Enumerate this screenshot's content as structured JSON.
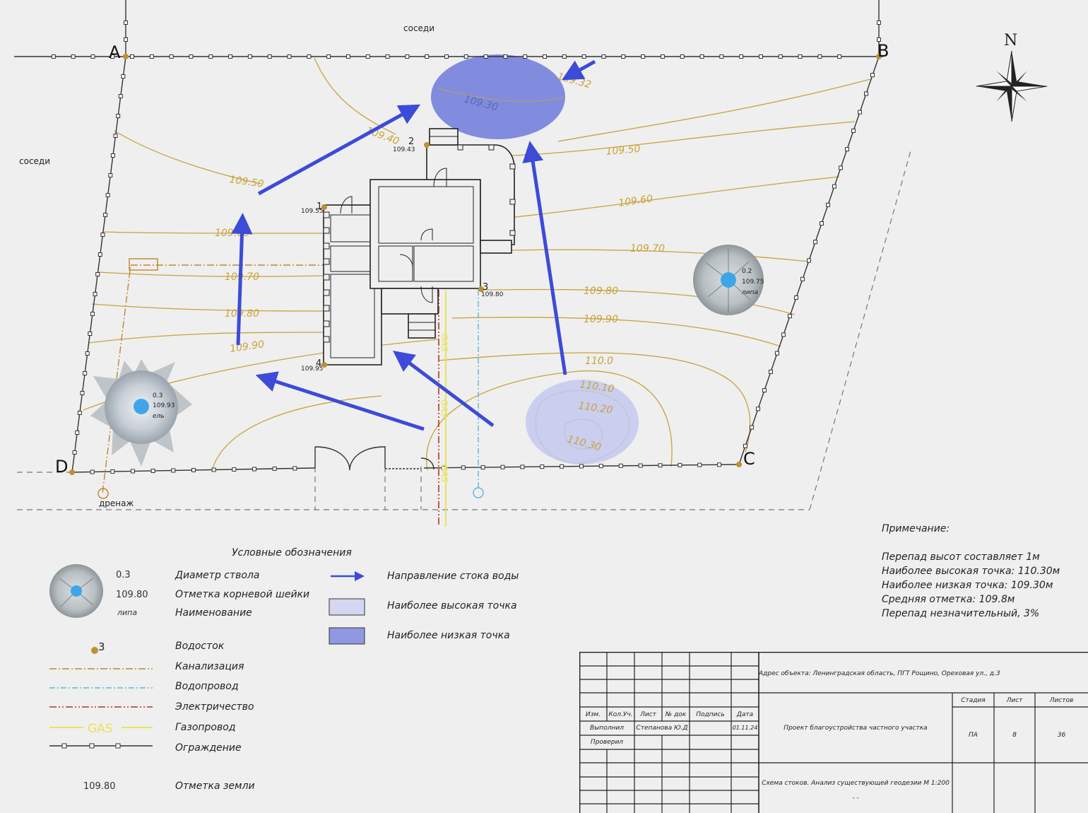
{
  "compass": {
    "north_label": "N"
  },
  "corners": {
    "a": "A",
    "b": "B",
    "c": "C",
    "d": "D"
  },
  "neighbors": {
    "top": "соседи",
    "left": "соседи"
  },
  "drainage_label": "дренаж",
  "gas_label": "GAS",
  "downspouts": [
    {
      "num": "1",
      "elev": "109.55"
    },
    {
      "num": "2",
      "elev": "109.43"
    },
    {
      "num": "3",
      "elev": "109.80"
    },
    {
      "num": "4",
      "elev": "109.95"
    }
  ],
  "contours": {
    "c10940": "109.40",
    "c10950a": "109.50",
    "c10950b": "109.50",
    "c10960a": "109.60",
    "c10960b": "109.60",
    "c10970a": "109.70",
    "c10970b": "109.70",
    "c10980a": "109.80",
    "c10980b": "109.80",
    "c10990a": "109.90",
    "c10990b": "109.90",
    "c1100": "110.0",
    "c11010": "110.10",
    "c11020": "110.20",
    "c11030": "110.30",
    "c10930": "109.30",
    "c10932": "109.32"
  },
  "trees": [
    {
      "diameter": "0.3",
      "elev": "109.93",
      "name": "ель"
    },
    {
      "diameter": "0.2",
      "elev": "109.75",
      "name": "липа"
    }
  ],
  "legend": {
    "title": "Условные обозначения",
    "tree_diameter_value": "0.3",
    "tree_elev_value": "109.80",
    "tree_name_value": "липа",
    "tree_diameter": "Диаметр ствола",
    "tree_root_mark": "Отметка корневой шейки",
    "tree_name": "Наименование",
    "downspout_num": "3",
    "downspout": "Водосток",
    "sewer": "Канализация",
    "water": "Водопровод",
    "electric": "Электричество",
    "gas_line": "Газопровод",
    "gas_text": "GAS",
    "fence": "Ограждение",
    "ground_value": "109.80",
    "ground_mark": "Отметка земли",
    "flow_direction": "Направление стока воды",
    "highest_point": "Наиболее высокая точка",
    "lowest_point": "Наиболее низкая точка"
  },
  "note": {
    "heading": "Примечание:",
    "lines": [
      "Перепад высот составляет 1м",
      "Наиболее высокая точка: 110.30м",
      "Наиболее низкая точка: 109.30м",
      "Средняя отметка: 109.8м",
      "Перепад незначительный, 3%"
    ]
  },
  "title_block": {
    "address": "Адрес объекта: Ленинградская область, ПГТ Рощино, Ореховая ул., д.3",
    "headers": {
      "izm": "Изм.",
      "kol": "Кол.Уч.",
      "list": "Лист",
      "doc": "№ док",
      "sign": "Подпись",
      "date": "Дата"
    },
    "performed_label": "Выполнил",
    "performed_by": "Степанова Ю.Д",
    "date": "01.11.24",
    "checked_label": "Проверил",
    "project": "Проект благоустройства частного участка",
    "stage_label": "Стадия",
    "sheet_label": "Лист",
    "sheets_label": "Листов",
    "stage": "ПА",
    "sheet": "8",
    "sheets": "36",
    "sheet_title": "Схема стоков. Анализ существующей геодезии М 1:200",
    "dashes": "-        -"
  },
  "colors": {
    "contour": "#c9a23a",
    "fence": "#333333",
    "arrow": "#3c4bd8",
    "low_zone": "#7a86dd",
    "high_zone": "#c3c8ee",
    "sewer": "#c0862e",
    "water": "#5bb8d6",
    "electric": "#b8332c",
    "gas": "#e6e35a",
    "downspout": "#c09030"
  }
}
